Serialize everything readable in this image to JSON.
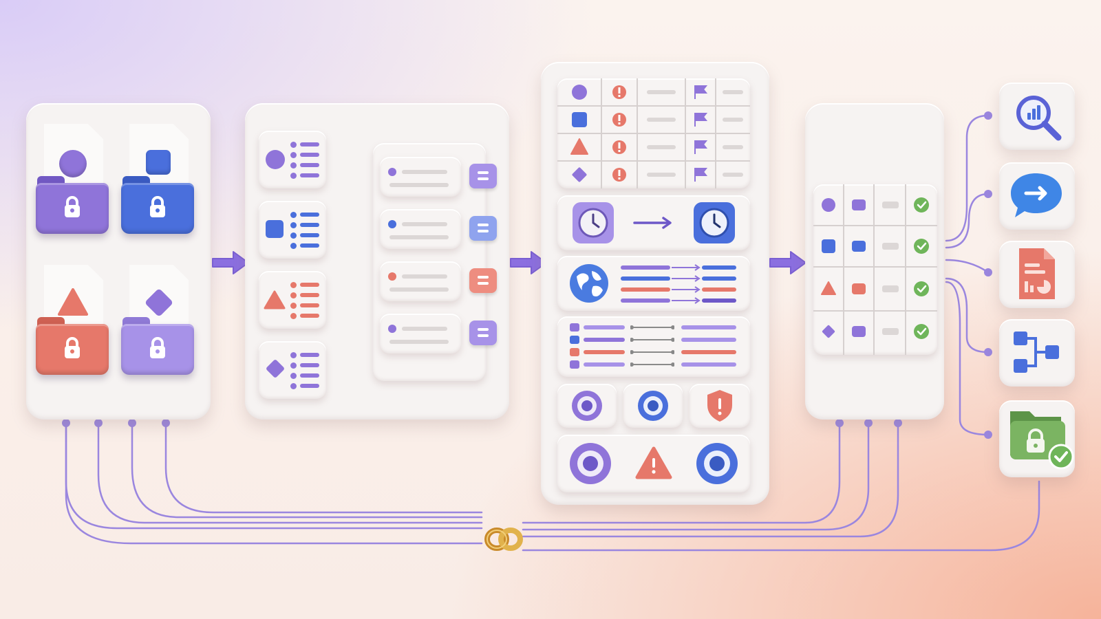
{
  "colors": {
    "purple": "#8f74d9",
    "lavender": "#a792e8",
    "blue": "#4a6fdc",
    "coral": "#e6786a",
    "green": "#6fb55a",
    "line": "#9a86df",
    "card": "#f6f3f2",
    "gold": "#d7a03a"
  },
  "stage1": {
    "folders": [
      {
        "shape": "circle",
        "color": "purple",
        "icon": "lock-icon"
      },
      {
        "shape": "square",
        "color": "blue",
        "icon": "lock-icon"
      },
      {
        "shape": "triangle",
        "color": "coral",
        "icon": "lock-icon"
      },
      {
        "shape": "diamond",
        "color": "lavender",
        "icon": "lock-icon"
      }
    ]
  },
  "stage2": {
    "sources": [
      {
        "shape": "circle",
        "color": "purple"
      },
      {
        "shape": "square",
        "color": "blue"
      },
      {
        "shape": "triangle",
        "color": "coral"
      },
      {
        "shape": "diamond",
        "color": "purple"
      }
    ],
    "records": [
      {
        "color": "purple",
        "tag": "lavender"
      },
      {
        "color": "blue",
        "tag": "blue"
      },
      {
        "color": "coral",
        "tag": "coral"
      },
      {
        "color": "purple",
        "tag": "lavender"
      }
    ]
  },
  "stage3": {
    "table_rows": [
      {
        "shape": "circle",
        "color": "purple",
        "icons": [
          "alert-icon",
          "flag-icon"
        ]
      },
      {
        "shape": "square",
        "color": "blue",
        "icons": [
          "alert-icon",
          "flag-icon"
        ]
      },
      {
        "shape": "triangle",
        "color": "coral",
        "icons": [
          "alert-icon",
          "flag-icon"
        ]
      },
      {
        "shape": "diamond",
        "color": "purple",
        "icons": [
          "alert-icon",
          "flag-icon"
        ]
      }
    ],
    "sections": [
      "clock-transfer",
      "globe-mapping",
      "field-matching",
      "target-checks",
      "warning-checks"
    ]
  },
  "stage4": {
    "rows": [
      {
        "shape": "circle",
        "color": "purple",
        "status": "check-icon"
      },
      {
        "shape": "square",
        "color": "blue",
        "status": "check-icon"
      },
      {
        "shape": "triangle",
        "color": "coral",
        "status": "check-icon"
      },
      {
        "shape": "diamond",
        "color": "purple",
        "status": "check-icon"
      }
    ]
  },
  "outputs": [
    {
      "icon": "analytics-search-icon",
      "color": "blue"
    },
    {
      "icon": "message-arrow-icon",
      "color": "blue"
    },
    {
      "icon": "report-document-icon",
      "color": "coral"
    },
    {
      "icon": "flow-diagram-icon",
      "color": "blue"
    },
    {
      "icon": "secure-folder-check-icon",
      "color": "green"
    }
  ],
  "hub": {
    "icon": "link-icon"
  }
}
